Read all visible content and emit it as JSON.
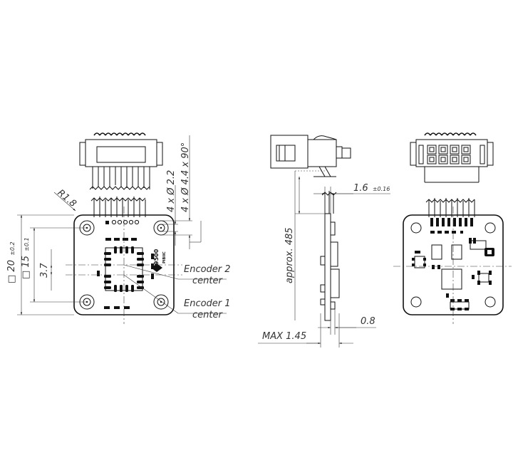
{
  "labels": {
    "radius": "R1.8",
    "hole_small": "4 x Ø 2.2",
    "hole_large": "4 x Ø 4.4 x 90°",
    "outer_square_prefix": "□",
    "outer_square_value": "20",
    "outer_square_tol": "±0.2",
    "inner_square_prefix": "□",
    "inner_square_value": "15",
    "inner_square_tol": "±0.1",
    "offset": "3.7",
    "encoder2_line1": "Encoder 2",
    "encoder2_line2": "center",
    "encoder1_line1": "Encoder 1",
    "encoder1_line2": "center",
    "approx": "approx. 485",
    "thickness_value": "1.6",
    "thickness_tol": "±0.16",
    "max_height": "MAX 1.45",
    "component_height": "0.8",
    "chip_model": "9500",
    "chip_brand": "PIBIIC"
  }
}
